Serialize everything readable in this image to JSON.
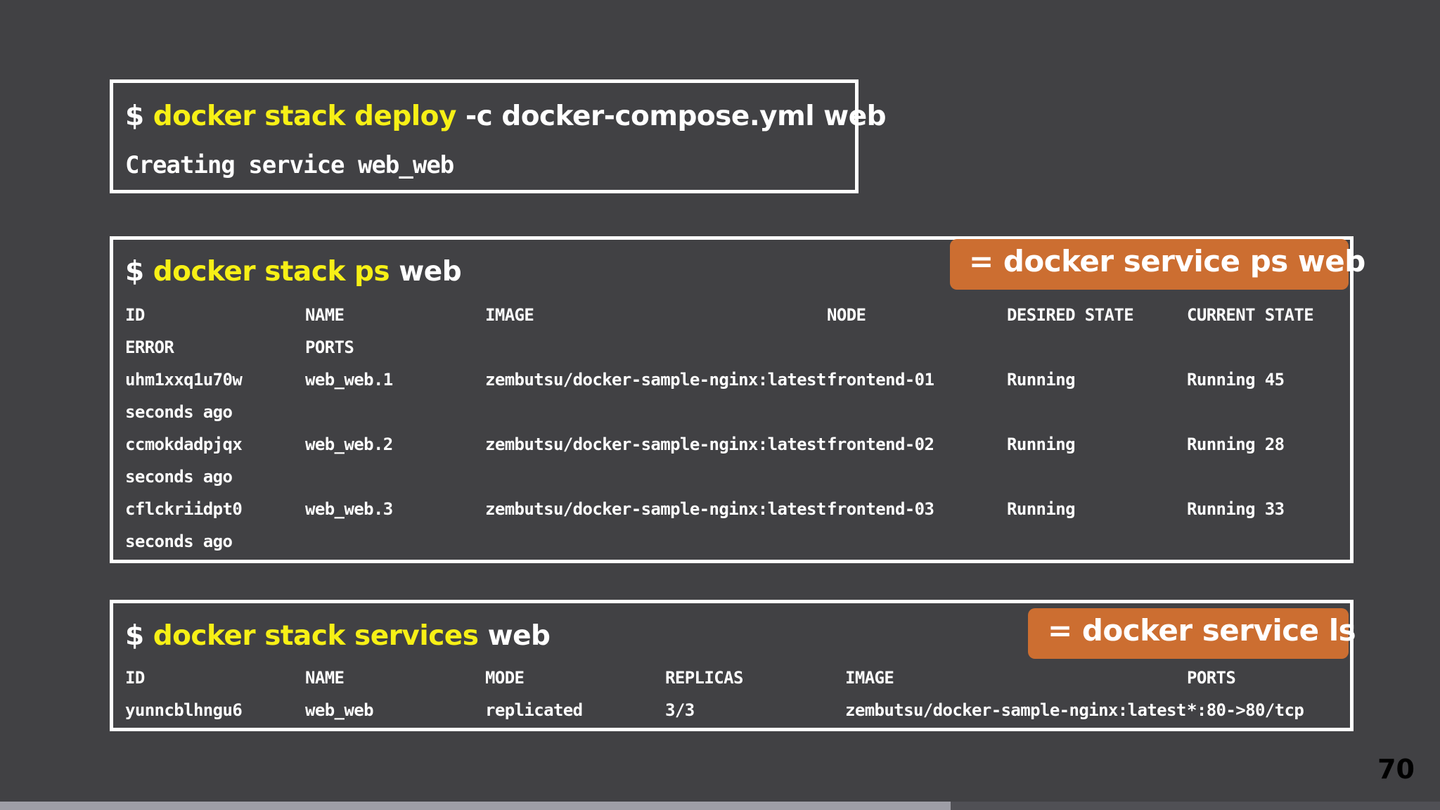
{
  "deploy": {
    "prompt": "$",
    "command": "docker stack deploy",
    "args": "-c docker-compose.yml web",
    "output": "Creating service web_web"
  },
  "stack_ps": {
    "prompt": "$",
    "command": "docker stack ps",
    "args": "web",
    "badge": "= docker service ps web",
    "header1": [
      "ID",
      "NAME",
      "IMAGE",
      "NODE",
      "DESIRED STATE",
      "CURRENT STATE"
    ],
    "header2": [
      "ERROR",
      "PORTS"
    ],
    "rows": [
      {
        "id": "uhm1xxq1u70w",
        "name": "web_web.1",
        "image": "zembutsu/docker-sample-nginx:latest",
        "node": "frontend-01",
        "desired": "Running",
        "current": "Running 45",
        "wrap": "seconds ago"
      },
      {
        "id": "ccmokdadpjqx",
        "name": "web_web.2",
        "image": "zembutsu/docker-sample-nginx:latest",
        "node": "frontend-02",
        "desired": "Running",
        "current": "Running 28",
        "wrap": "seconds ago"
      },
      {
        "id": "cflckriidpt0",
        "name": "web_web.3",
        "image": "zembutsu/docker-sample-nginx:latest",
        "node": "frontend-03",
        "desired": "Running",
        "current": "Running 33",
        "wrap": "seconds ago"
      }
    ]
  },
  "stack_services": {
    "prompt": "$",
    "command": "docker stack services",
    "args": "web",
    "badge": "= docker service ls",
    "header": [
      "ID",
      "NAME",
      "MODE",
      "REPLICAS",
      "IMAGE",
      "PORTS"
    ],
    "row": [
      "yunncblhngu6",
      "web_web",
      "replicated",
      "3/3",
      "zembutsu/docker-sample-nginx:latest",
      "*:80->80/tcp"
    ]
  },
  "page_number": "70",
  "slide_progress": 0.66,
  "colors": {
    "background": "#414144",
    "command_highlight": "#f7f016",
    "badge": "#cc6e31",
    "border": "#ffffff"
  }
}
